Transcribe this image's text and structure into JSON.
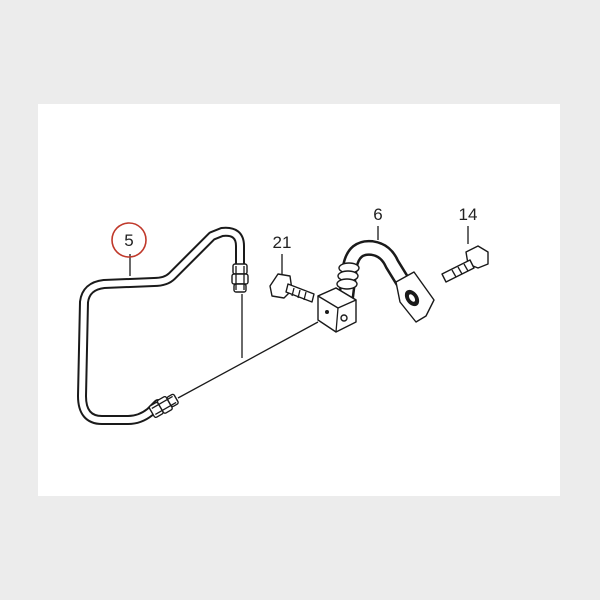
{
  "diagram": {
    "callouts": [
      {
        "id": "pipe",
        "label": "5",
        "highlight": true,
        "highlight_color": "#c0392b"
      },
      {
        "id": "bolt-left",
        "label": "21",
        "highlight": false
      },
      {
        "id": "hose",
        "label": "6",
        "highlight": false
      },
      {
        "id": "bolt-right",
        "label": "14",
        "highlight": false
      }
    ]
  },
  "colors": {
    "background": "#ececec",
    "panel": "#ffffff",
    "line": "#1a1a1a",
    "highlight": "#c0392b"
  }
}
